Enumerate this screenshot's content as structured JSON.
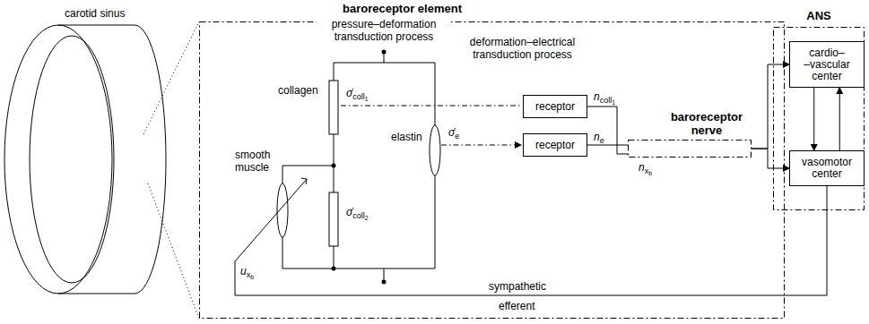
{
  "diagram": {
    "nodes": [
      {
        "text": [
          "baroreceptor element"
        ]
      },
      {
        "text": [
          "receptor"
        ],
        "in": 0
      },
      {
        "text": [
          "receptor"
        ],
        "in": 0
      },
      {
        "text": [
          "baroreceptor nerve"
        ]
      },
      {
        "text": [
          "ANS"
        ]
      },
      {
        "text": [
          "cardio– –vascular center"
        ],
        "in": 4
      },
      {
        "text": [
          "vasomotor center"
        ],
        "in": 4
      }
    ],
    "edges": [
      {
        "from": 1,
        "to": 3,
        "arrow": "none",
        "label": "ncoll1"
      },
      {
        "from": 2,
        "to": 3,
        "arrow": "none",
        "label": "ne"
      },
      {
        "from": 3,
        "to": 5,
        "arrow": "to"
      },
      {
        "from": 3,
        "to": 6,
        "arrow": "to"
      },
      {
        "from": 5,
        "to": 6,
        "arrow": "to"
      },
      {
        "from": 6,
        "to": 5,
        "arrow": "to"
      }
    ],
    "labels": [
      "carotid sinus",
      "pressure–deformation transduction process",
      "deformation–electrical transduction process",
      "collagen",
      "σ̇coll1",
      "elastin",
      "σ̇e",
      "smooth muscle",
      "σ̇coll2",
      "nxb",
      "uxb",
      "sympathetic",
      "efferent"
    ]
  }
}
